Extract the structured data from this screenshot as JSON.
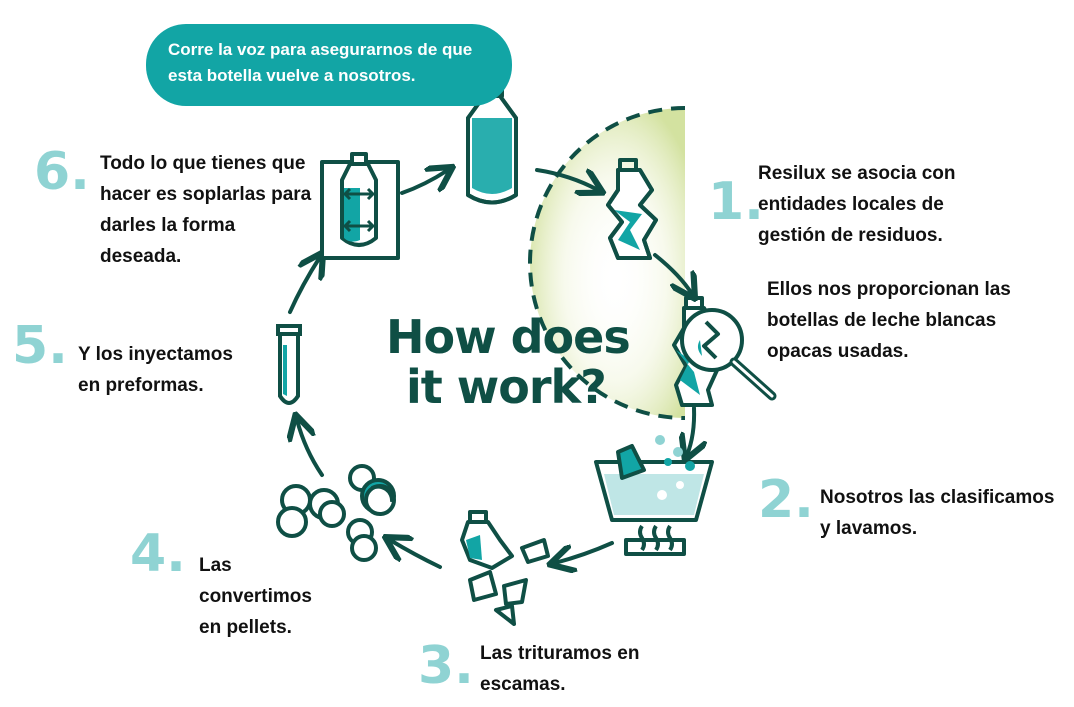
{
  "callout": {
    "text": "Corre la voz para asegurarnos de que esta botella vuelve a nosotros."
  },
  "center": {
    "line1": "How does",
    "line2": "it work?"
  },
  "steps": [
    {
      "number": "1.",
      "text": "Resilux se asocia con entidades locales de gestión de residuos."
    },
    {
      "number": "",
      "text": "Ellos nos proporcionan las botellas de leche blancas opacas usadas."
    },
    {
      "number": "2.",
      "text": "Nosotros las clasificamos y lavamos."
    },
    {
      "number": "3.",
      "text": "Las trituramos en escamas."
    },
    {
      "number": "4.",
      "text": "Las convertimos en pellets."
    },
    {
      "number": "5.",
      "text": "Y los inyectamos en preformas."
    },
    {
      "number": "6.",
      "text": "Todo lo que tienes que hacer es soplarlas para darles la forma deseada."
    }
  ],
  "colors": {
    "teal": "#12a5a5",
    "dark_green": "#0f4f45",
    "light_teal": "#8fd3d3",
    "lime_glow": "#d9e6a8"
  },
  "icons": [
    "bottle-icon",
    "crushed-bottle-icon",
    "magnifier-icon",
    "washing-basin-icon",
    "flakes-icon",
    "pellets-icon",
    "preform-icon",
    "blow-mold-icon"
  ]
}
